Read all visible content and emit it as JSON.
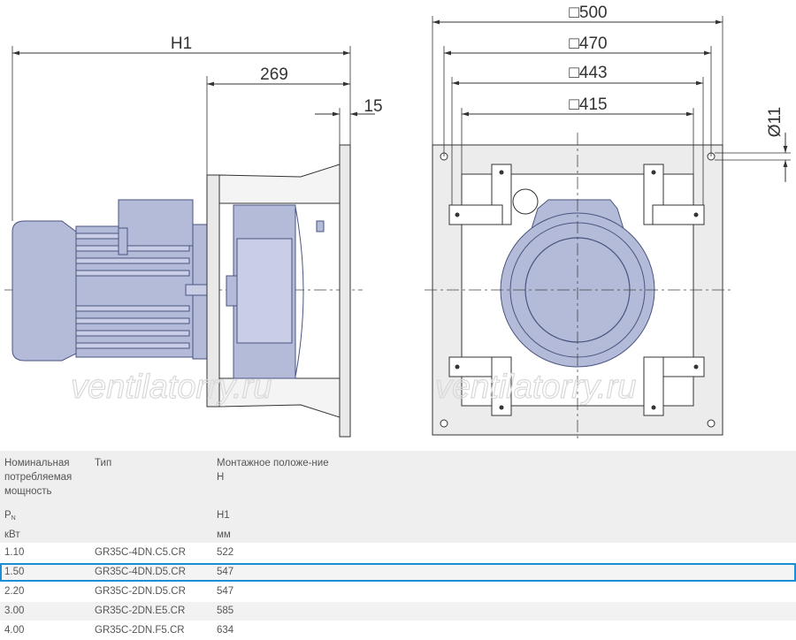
{
  "dimensions": {
    "side": {
      "h1": "H1",
      "d269": "269",
      "d15": "15"
    },
    "front": {
      "d500": "□500",
      "d470": "□470",
      "d443": "□443",
      "d415": "□415",
      "d11": "Ø11"
    }
  },
  "watermark": "ventilatorry.ru",
  "colors": {
    "motor_fill": "#b4bbd9",
    "motor_stroke": "#4a5580",
    "plate_fill": "#ececec",
    "highlight": "#1a8fd6"
  },
  "table": {
    "headers": {
      "col1": "Номинальная потребляемая мощность",
      "col2": "Тип",
      "col3": "Монтажное положе-ние H",
      "col1_symbol": "P",
      "col1_symbol_sub": "N",
      "col3_symbol": "H1",
      "col1_unit": "кВт",
      "col3_unit": "мм"
    },
    "rows": [
      {
        "power": "1.10",
        "type": "GR35C-4DN.C5.CR",
        "h1": "522",
        "selected": false
      },
      {
        "power": "1.50",
        "type": "GR35C-4DN.D5.CR",
        "h1": "547",
        "selected": true
      },
      {
        "power": "2.20",
        "type": "GR35C-2DN.D5.CR",
        "h1": "547",
        "selected": false
      },
      {
        "power": "3.00",
        "type": "GR35C-2DN.E5.CR",
        "h1": "585",
        "selected": false
      },
      {
        "power": "4.00",
        "type": "GR35C-2DN.F5.CR",
        "h1": "634",
        "selected": false
      }
    ]
  }
}
